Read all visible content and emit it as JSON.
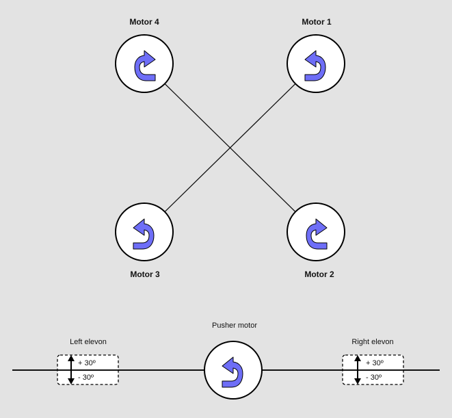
{
  "colors": {
    "background": "#e3e3e3",
    "arrow_fill": "#6e6ef7",
    "outline": "#000000",
    "disc_fill": "#ffffff"
  },
  "motors": [
    {
      "id": "motor-4",
      "label": "Motor 4",
      "rotation": "clockwise"
    },
    {
      "id": "motor-1",
      "label": "Motor 1",
      "rotation": "counter-clockwise"
    },
    {
      "id": "motor-3",
      "label": "Motor 3",
      "rotation": "counter-clockwise"
    },
    {
      "id": "motor-2",
      "label": "Motor 2",
      "rotation": "clockwise"
    }
  ],
  "pusher": {
    "label": "Pusher motor",
    "rotation": "counter-clockwise"
  },
  "elevons": [
    {
      "id": "left-elevon",
      "label": "Left elevon",
      "up": "+ 30º",
      "down": "- 30º"
    },
    {
      "id": "right-elevon",
      "label": "Right elevon",
      "up": "+ 30º",
      "down": "- 30º"
    }
  ]
}
